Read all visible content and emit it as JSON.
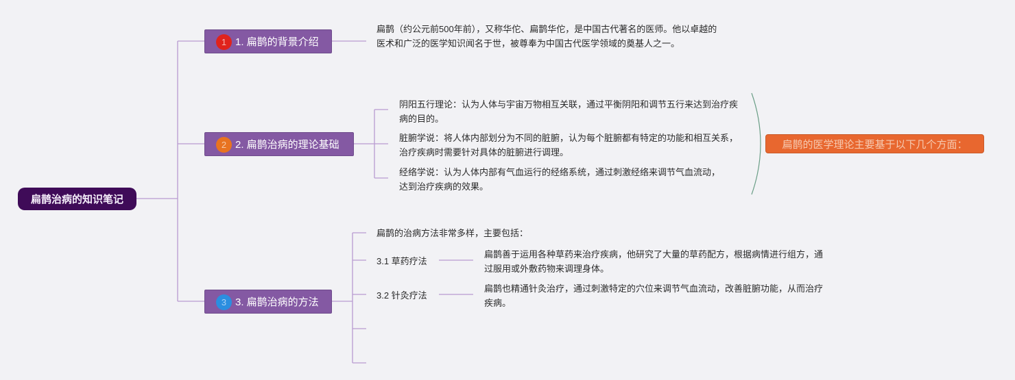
{
  "root": {
    "label": "扁鹊治病的知识笔记"
  },
  "topics": [
    {
      "number": "1",
      "label": "1. 扁鹊的背景介绍",
      "detail": "扁鹊（约公元前500年前），又称华佗、扁鹊华佗，是中国古代著名的医师。他以卓越的医术和广泛的医学知识闻名于世，被尊奉为中国古代医学领域的奠基人之一。"
    },
    {
      "number": "2",
      "label": "2. 扁鹊治病的理论基础",
      "children": [
        "阴阳五行理论：认为人体与宇宙万物相互关联，通过平衡阴阳和调节五行来达到治疗疾病的目的。",
        "脏腑学说：将人体内部划分为不同的脏腑，认为每个脏腑都有特定的功能和相互关系，治疗疾病时需要针对具体的脏腑进行调理。",
        "经络学说：认为人体内部有气血运行的经络系统，通过刺激经络来调节气血流动，达到治疗疾病的效果。"
      ],
      "summary": "扁鹊的医学理论主要基于以下几个方面："
    },
    {
      "number": "3",
      "label": "3. 扁鹊治病的方法",
      "intro": "扁鹊的治病方法非常多样，主要包括：",
      "methods": [
        {
          "name": "3.1 草药疗法",
          "desc": "扁鹊善于运用各种草药来治疗疾病，他研究了大量的草药配方，根据病情进行组方，通过服用或外敷药物来调理身体。"
        },
        {
          "name": "3.2 针灸疗法",
          "desc": "扁鹊也精通针灸治疗，通过刺激特定的穴位来调节气血流动，改善脏腑功能，从而治疗疾病。"
        }
      ]
    }
  ],
  "colors": {
    "root": "#3f0b58",
    "topic": "#8459a3",
    "badge1": "#e0231c",
    "badge2": "#e87320",
    "badge3": "#2b8ee0",
    "summary": "#e8672f",
    "connector": "#b89ad0"
  }
}
